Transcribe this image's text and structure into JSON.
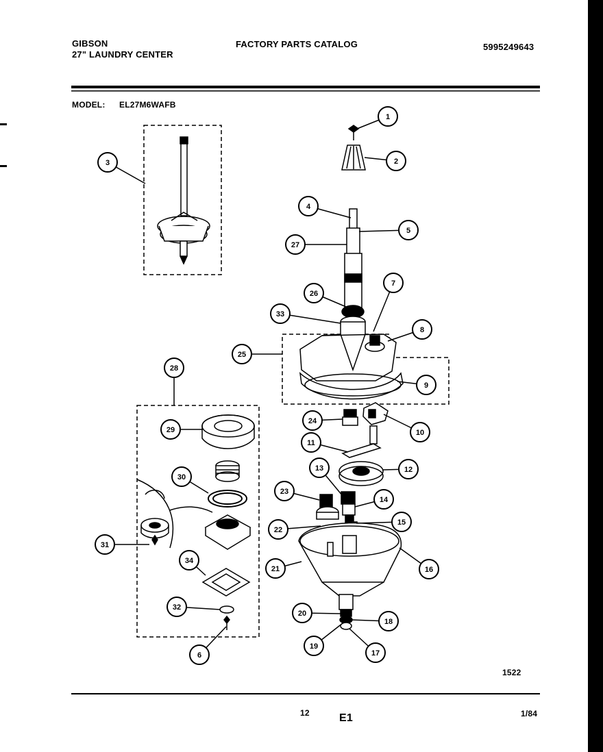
{
  "header": {
    "brand": "GIBSON",
    "product": "27\" LAUNDRY CENTER",
    "title": "FACTORY PARTS CATALOG",
    "catalog_number": "5995249643",
    "model_label": "MODEL:",
    "model_number": "EL27M6WAFB"
  },
  "footer": {
    "figure_code": "1522",
    "page_number": "12",
    "section": "E1",
    "date": "1/84"
  },
  "callouts": [
    {
      "id": "c1",
      "label": "1"
    },
    {
      "id": "c2",
      "label": "2"
    },
    {
      "id": "c3",
      "label": "3"
    },
    {
      "id": "c4",
      "label": "4"
    },
    {
      "id": "c5",
      "label": "5"
    },
    {
      "id": "c6",
      "label": "6"
    },
    {
      "id": "c7",
      "label": "7"
    },
    {
      "id": "c8",
      "label": "8"
    },
    {
      "id": "c9",
      "label": "9"
    },
    {
      "id": "c10",
      "label": "10"
    },
    {
      "id": "c11",
      "label": "11"
    },
    {
      "id": "c12",
      "label": "12"
    },
    {
      "id": "c13",
      "label": "13"
    },
    {
      "id": "c14",
      "label": "14"
    },
    {
      "id": "c15",
      "label": "15"
    },
    {
      "id": "c16",
      "label": "16"
    },
    {
      "id": "c17",
      "label": "17"
    },
    {
      "id": "c18",
      "label": "18"
    },
    {
      "id": "c19",
      "label": "19"
    },
    {
      "id": "c20",
      "label": "20"
    },
    {
      "id": "c21",
      "label": "21"
    },
    {
      "id": "c22",
      "label": "22"
    },
    {
      "id": "c23",
      "label": "23"
    },
    {
      "id": "c24",
      "label": "24"
    },
    {
      "id": "c25",
      "label": "25"
    },
    {
      "id": "c26",
      "label": "26"
    },
    {
      "id": "c27",
      "label": "27"
    },
    {
      "id": "c28",
      "label": "28"
    },
    {
      "id": "c29",
      "label": "29"
    },
    {
      "id": "c30",
      "label": "30"
    },
    {
      "id": "c31",
      "label": "31"
    },
    {
      "id": "c32",
      "label": "32"
    },
    {
      "id": "c33",
      "label": "33"
    },
    {
      "id": "c34",
      "label": "34"
    }
  ]
}
